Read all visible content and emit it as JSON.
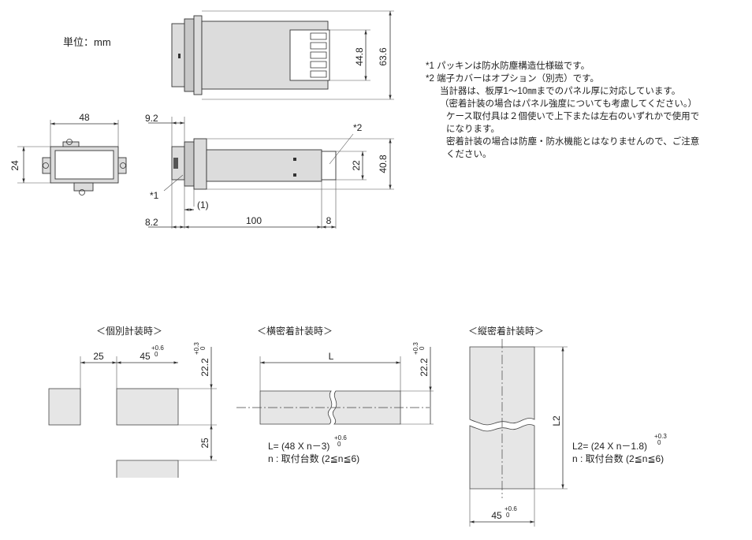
{
  "unit_label": "単位：mm",
  "notes": [
    "*1  パッキンは防水防塵構造仕様磁です。",
    "*2  端子カバーはオプション（別売）です。",
    "当計器は、板厚1～10㎜までのパネル厚に対応しています。",
    "（密着計装の場合はパネル強度についても考慮してください。）",
    "ケース取付具は２個使いで上下または左右のいずれかで使用で",
    "になります。",
    "密着計装の場合は防塵・防水機能とはなりませんので、ご注意",
    "ください。"
  ],
  "dimensions": {
    "top_44_8": "44.8",
    "top_63_6": "63.6",
    "front_48": "48",
    "front_24": "24",
    "side_9_2": "9.2",
    "side_8_2": "8.2",
    "side_100": "100",
    "side_8": "8",
    "side_22": "22",
    "side_40_8": "40.8",
    "side_1": "(1)",
    "mark_1": "*1",
    "mark_2": "*2"
  },
  "cutouts": {
    "individual": {
      "title": "＜個別計装時＞",
      "dim_25_h": "25",
      "dim_45": "45",
      "tol_45": "+0.6",
      "tol_45_zero": "0",
      "dim_22_2": "22.2",
      "tol_22_2": "+0.3",
      "tol_22_2_zero": "0",
      "dim_25_v": "25"
    },
    "horizontal": {
      "title": "＜横密着計装時＞",
      "dim_L": "L",
      "dim_22_2": "22.2",
      "tol_22_2": "+0.3",
      "tol_22_2_zero": "0",
      "formula": "L= (48 X n－3)",
      "formula_tol": "+0.6",
      "formula_tol_zero": "0",
      "n_note": "n : 取付台数 (2≦n≦6)"
    },
    "vertical": {
      "title": "＜縦密着計装時＞",
      "dim_L2": "L2",
      "formula": "L2= (24 X n－1.8)",
      "formula_tol": "+0.3",
      "formula_tol_zero": "0",
      "n_note": "n : 取付台数 (2≦n≦6)",
      "dim_45": "45",
      "tol_45": "+0.6",
      "tol_45_zero": "0"
    }
  }
}
